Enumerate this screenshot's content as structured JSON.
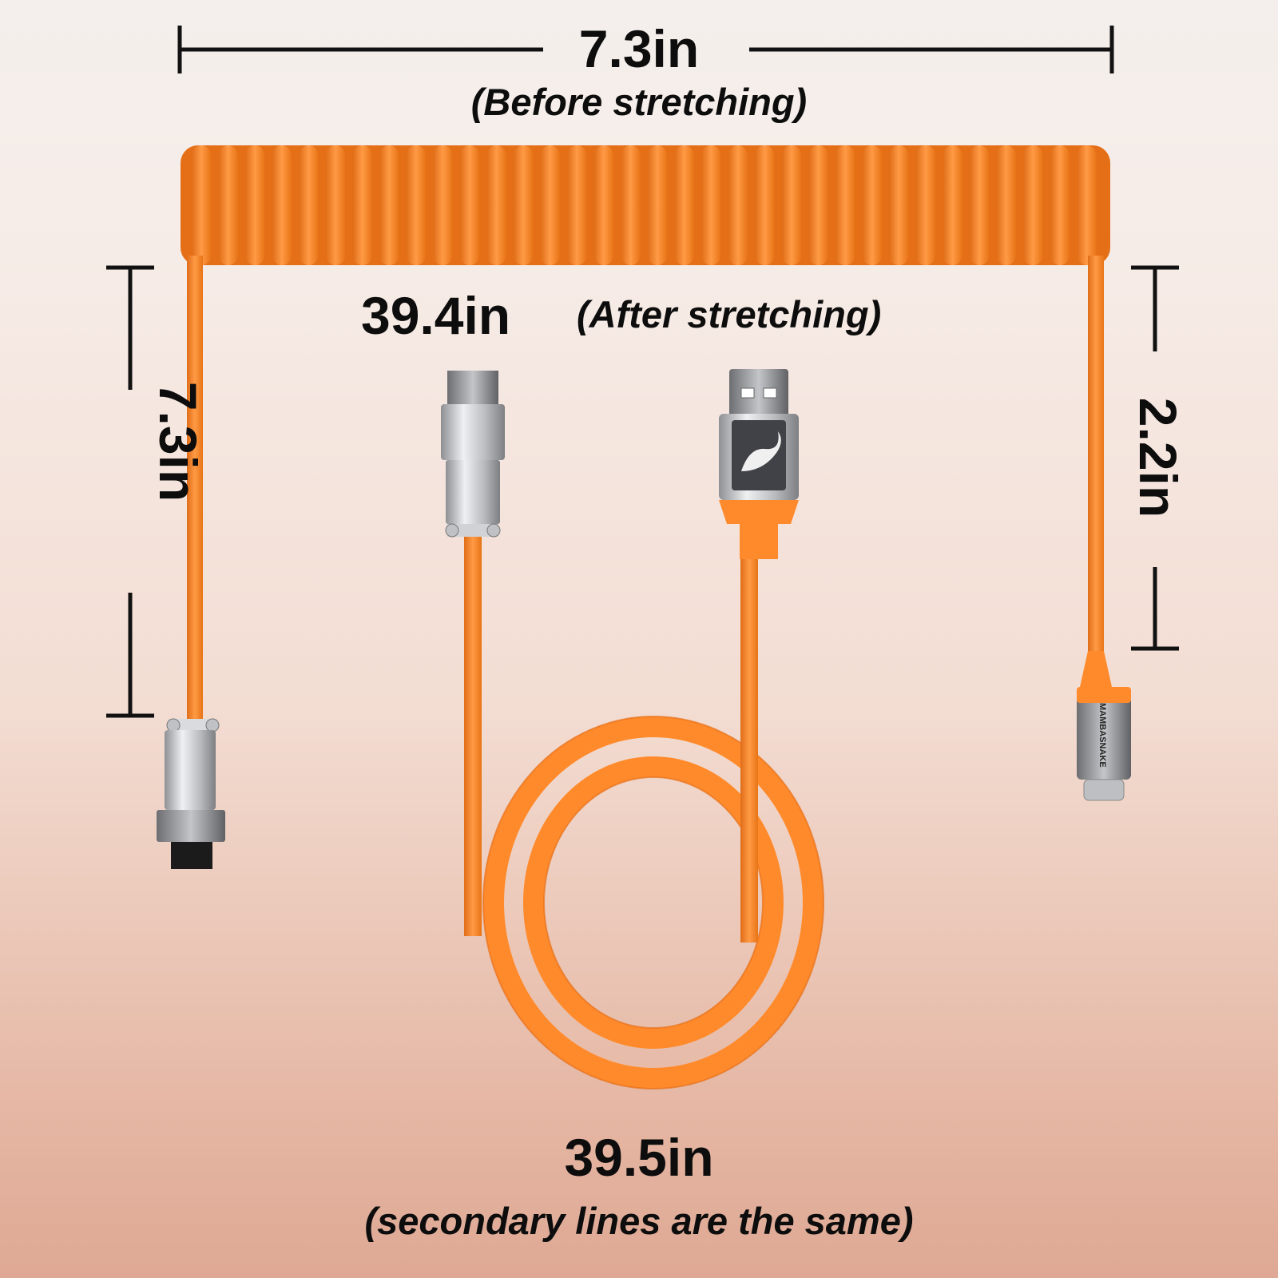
{
  "labels": {
    "coil_length_before": "7.3in",
    "coil_length_before_note": "(Before stretching)",
    "stretched_length": "39.4in",
    "stretched_length_note": "(After stretching)",
    "coil_side_length": "7.3in",
    "connector_length": "2.2in",
    "total_length": "39.5in",
    "total_length_note": "(secondary lines are the same)"
  },
  "brand_text": "MAMBASNAKE",
  "colors": {
    "cable": "#ff8a2b",
    "cable_shadow": "#e8711a",
    "metal": "#c7c9cc",
    "dimension_line": "#111111"
  }
}
